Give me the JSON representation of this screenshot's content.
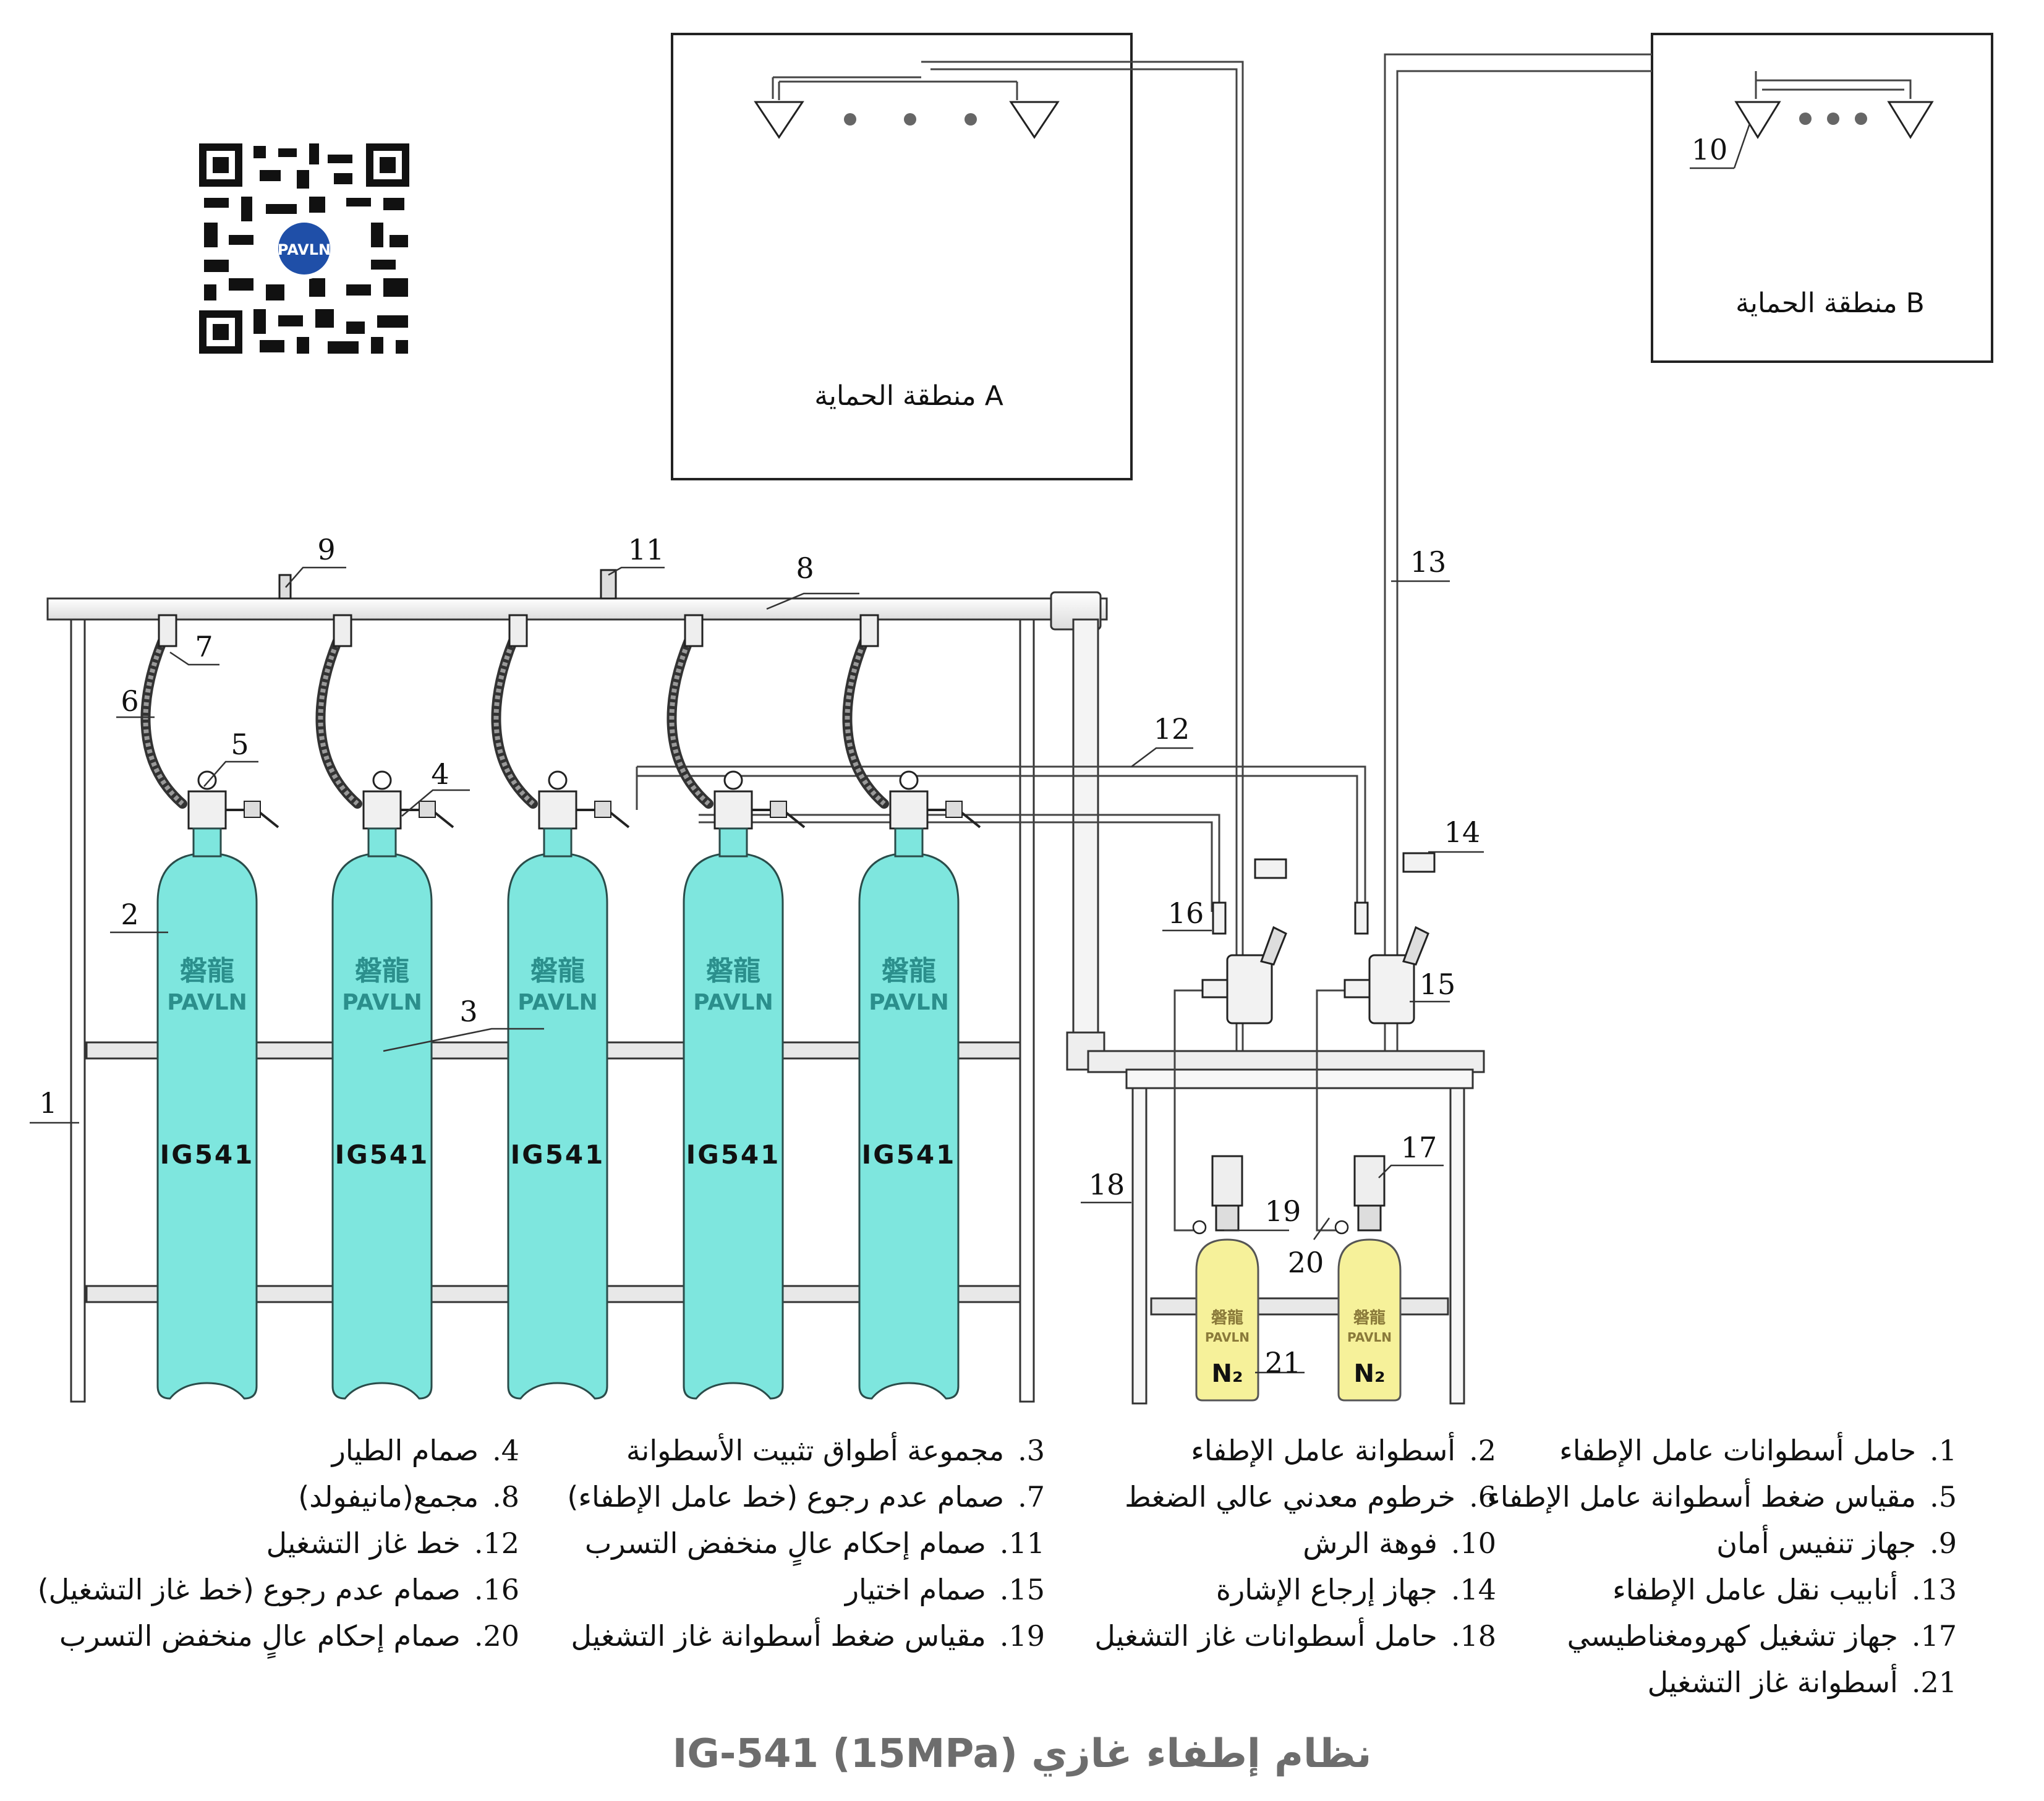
{
  "title": "نظام إطفاء غازي (IG-541 (15MPa",
  "zones": {
    "a": "منطقة الحماية A",
    "b": "منطقة الحماية B"
  },
  "cylinder": {
    "brand_cn": "磐龍",
    "brand_en": "PAVLN",
    "agent_tag": "IG541",
    "pilot_tag": "N₂",
    "qr_logo": "PAVLN"
  },
  "colors": {
    "agent_cylinder": "#7ee6de",
    "pilot_cylinder": "#f6f19a",
    "brand_text": "#2b8f8c",
    "title_gray": "#6d6d6d"
  },
  "callouts": [
    "1",
    "2",
    "3",
    "4",
    "5",
    "6",
    "7",
    "8",
    "9",
    "10",
    "11",
    "12",
    "13",
    "14",
    "15",
    "16",
    "17",
    "18",
    "19",
    "20",
    "21"
  ],
  "legend": [
    {
      "num": "1.",
      "text": "حامل أسطوانات عامل الإطفاء"
    },
    {
      "num": "2.",
      "text": "أسطوانة عامل الإطفاء"
    },
    {
      "num": "3.",
      "text": "مجموعة أطواق تثبيت الأسطوانة"
    },
    {
      "num": "4.",
      "text": "صمام الطيار"
    },
    {
      "num": "5.",
      "text": "مقياس ضغط أسطوانة عامل الإطفاء"
    },
    {
      "num": "6.",
      "text": "خرطوم معدني عالي الضغط"
    },
    {
      "num": "7.",
      "text": "صمام عدم رجوع (خط عامل الإطفاء)"
    },
    {
      "num": "8.",
      "text": "مجمع(مانيفولد)"
    },
    {
      "num": "9.",
      "text": "جهاز تنفيس أمان"
    },
    {
      "num": "10.",
      "text": "فوهة الرش"
    },
    {
      "num": "11.",
      "text": "صمام إحكام عالٍ منخفض التسرب"
    },
    {
      "num": "12.",
      "text": "خط غاز التشغيل"
    },
    {
      "num": "13.",
      "text": "أنابيب نقل عامل الإطفاء"
    },
    {
      "num": "14.",
      "text": "جهاز إرجاع الإشارة"
    },
    {
      "num": "15.",
      "text": "صمام اختيار"
    },
    {
      "num": "16.",
      "text": "صمام عدم رجوع (خط غاز التشغيل)"
    },
    {
      "num": "17.",
      "text": "جهاز تشغيل كهرومغناطيسي"
    },
    {
      "num": "18.",
      "text": "حامل أسطوانات غاز التشغيل"
    },
    {
      "num": "19.",
      "text": "مقياس ضغط أسطوانة غاز التشغيل"
    },
    {
      "num": "20.",
      "text": "صمام إحكام عالٍ منخفض التسرب"
    },
    {
      "num": "21.",
      "text": "أسطوانة غاز التشغيل"
    }
  ]
}
